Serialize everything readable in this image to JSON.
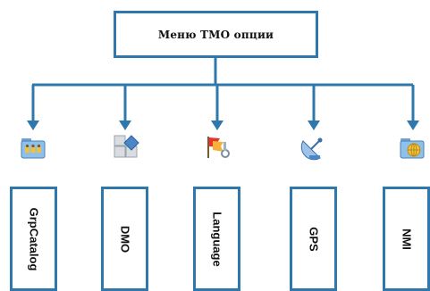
{
  "menu": {
    "title": "Меню ТМО опции",
    "items": [
      {
        "label": "GrpCatalog",
        "icon": "folder-group-icon"
      },
      {
        "label": "DMO",
        "icon": "dmo-grid-icon"
      },
      {
        "label": "Language",
        "icon": "language-flag-icon"
      },
      {
        "label": "GPS",
        "icon": "satellite-dish-icon"
      },
      {
        "label": "NMI",
        "icon": "globe-folder-icon"
      }
    ]
  },
  "colors": {
    "line": "#2f78ad",
    "box_border": "#2f78ad"
  }
}
